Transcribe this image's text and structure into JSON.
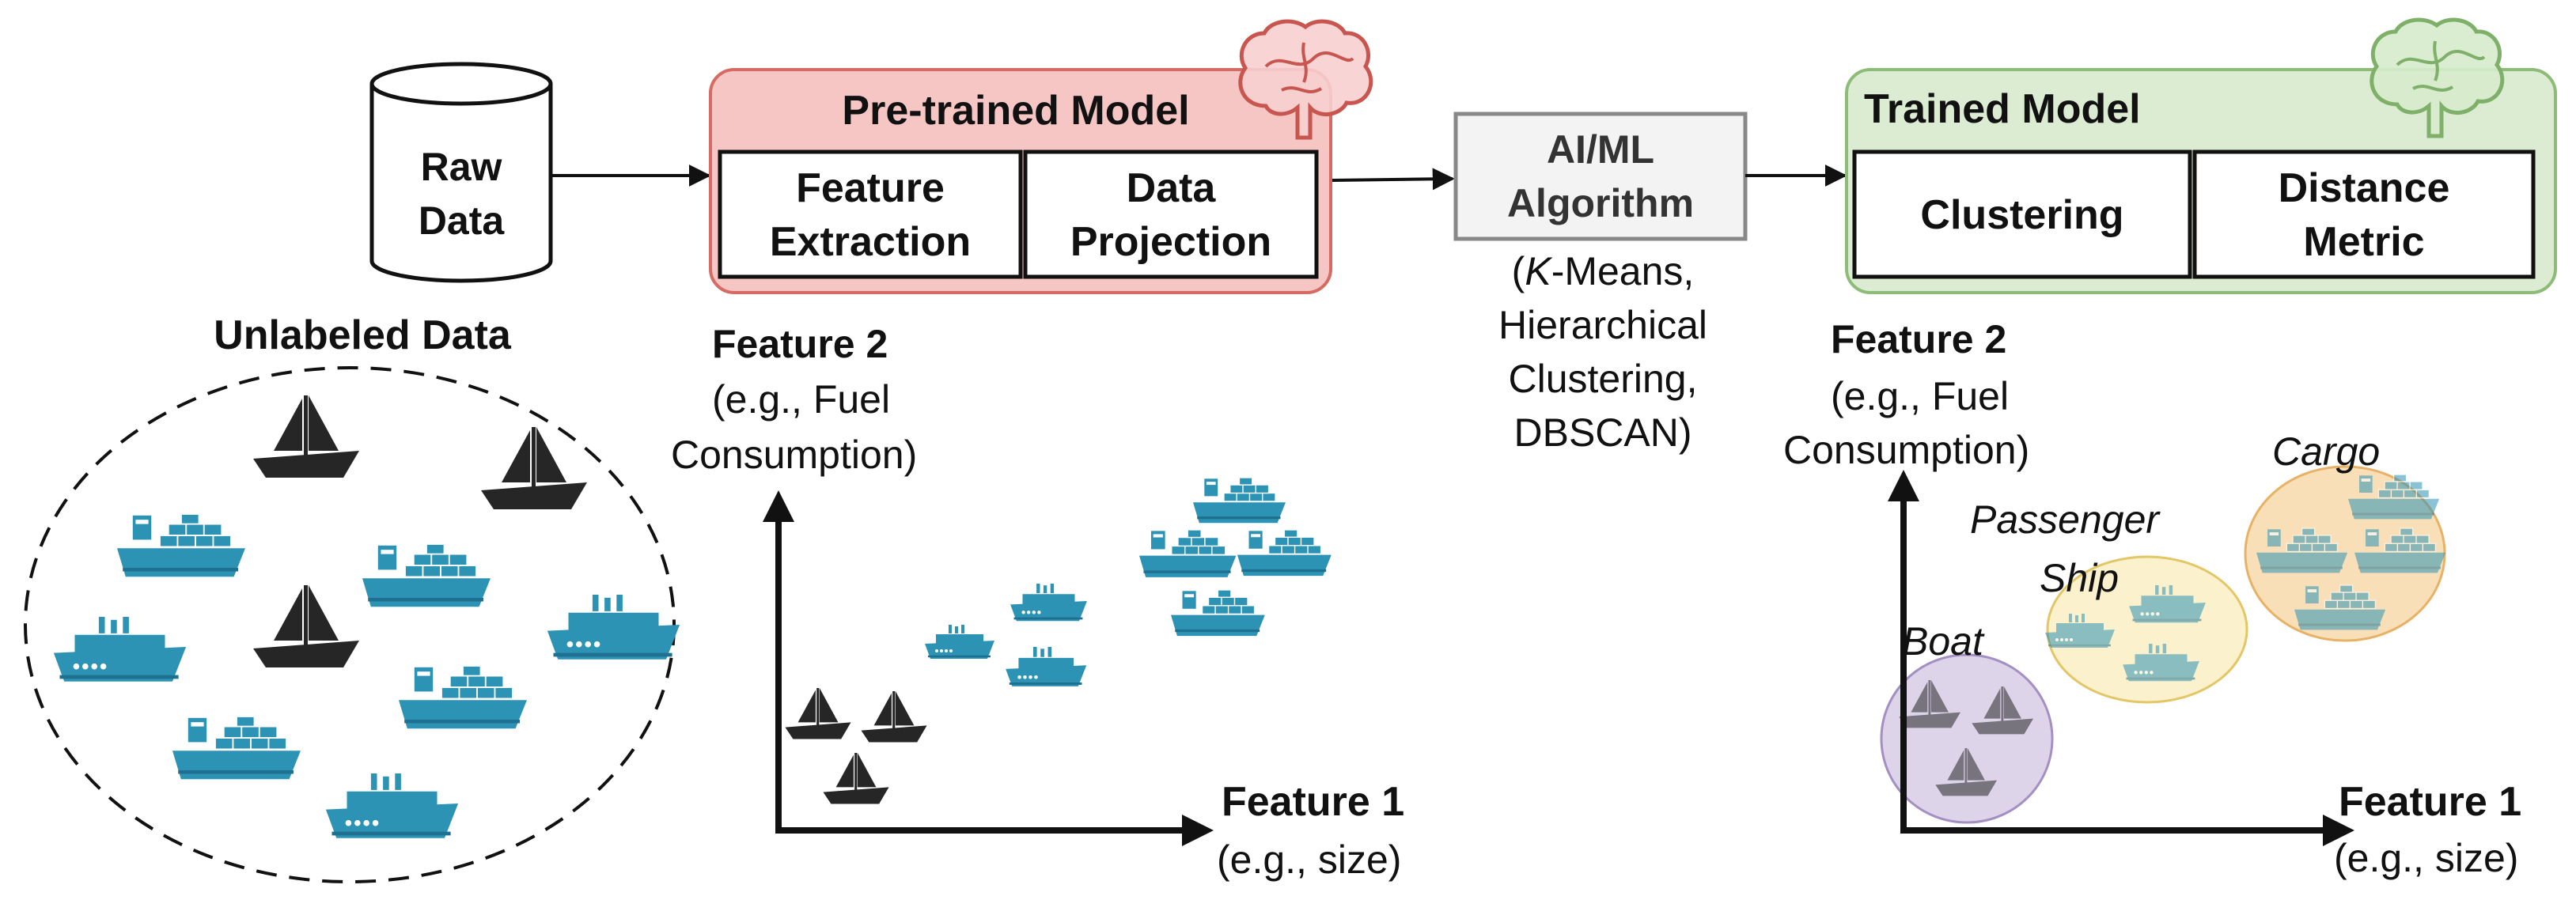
{
  "input": {
    "cylinder_line1": "Raw",
    "cylinder_line2": "Data",
    "group_title": "Unlabeled Data"
  },
  "pretrained_model": {
    "title": "Pre-trained Model",
    "box1_line1": "Feature",
    "box1_line2": "Extraction",
    "box2_line1": "Data",
    "box2_line2": "Projection",
    "icon": "brain-icon",
    "color": "#f2c4c4",
    "border": "#c9554f"
  },
  "algorithm": {
    "line1": "AI/ML",
    "line2": "Algorithm",
    "ex_k": "K",
    "ex_line1_rest": "-Means,",
    "ex_open": "(",
    "ex_line2": "Hierarchical",
    "ex_line3": "Clustering,",
    "ex_line4": "DBSCAN)",
    "color": "#f2f2f2",
    "border": "#8a8a8a"
  },
  "trained_model": {
    "title": "Trained Model",
    "box1": "Clustering",
    "box2_line1": "Distance",
    "box2_line2": "Metric",
    "icon": "brain-icon",
    "color": "#dcecd3",
    "border": "#7fb06a"
  },
  "plot_left": {
    "ylabel_line1": "Feature 2",
    "ylabel_line2": "(e.g., Fuel",
    "ylabel_line3": "Consumption)",
    "xlabel_line1": "Feature 1",
    "xlabel_line2": "(e.g., size)"
  },
  "plot_right": {
    "ylabel_line1": "Feature 2",
    "ylabel_line2": "(e.g., Fuel",
    "ylabel_line3": "Consumption)",
    "xlabel_line1": "Feature 1",
    "xlabel_line2": "(e.g., size)",
    "clusters": {
      "boat": "Boat",
      "passenger_line1": "Passenger",
      "passenger_line2": "Ship",
      "cargo": "Cargo"
    },
    "cluster_colors": {
      "boat": "#d9cfe6",
      "passenger": "#fbefc7",
      "cargo": "#f8dcb0"
    }
  },
  "colors": {
    "ship": "#2d93b5",
    "ship_dark": "#1f7090",
    "boat": "#262626"
  }
}
